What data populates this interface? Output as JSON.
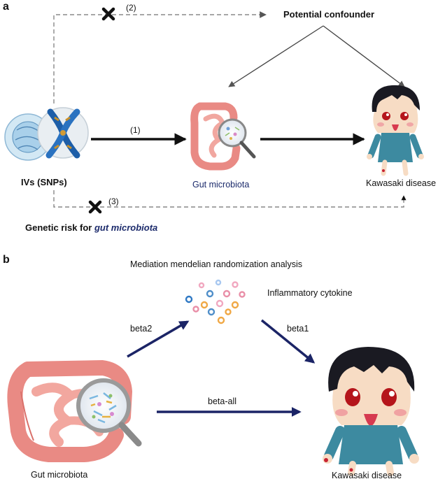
{
  "panel_a": {
    "label": "a",
    "confounder": "Potential confounder",
    "path1": "(1)",
    "path2": "(2)",
    "path3": "(3)",
    "ivs": "IVs (SNPs)",
    "gut": "Gut microbiota",
    "kd": "Kawasaki disease",
    "genetic_prefix": "Genetic risk for ",
    "genetic_em": "gut microbiota"
  },
  "panel_b": {
    "label": "b",
    "title": "Mediation mendelian randomization analysis",
    "cytokine": "Inflammatory cytokine",
    "beta1": "beta1",
    "beta2": "beta2",
    "beta_all": "beta-all",
    "gut": "Gut microbiota",
    "kd": "Kawasaki disease"
  },
  "colors": {
    "arrow_navy": "#1b2466",
    "gut_label": "#1b2a6b",
    "gut_pink": "#e98a84",
    "skin": "#f7dcc4"
  }
}
